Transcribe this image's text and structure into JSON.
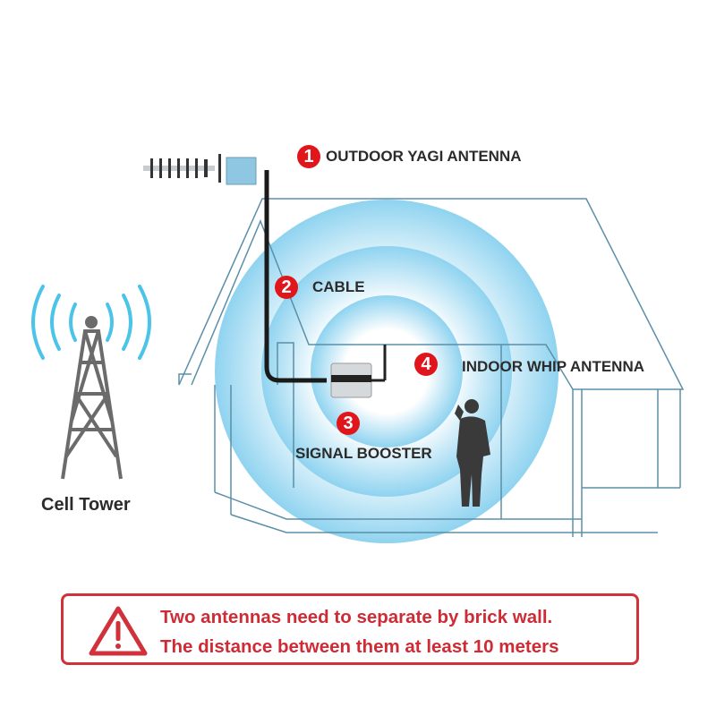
{
  "labels": {
    "outdoor_antenna": {
      "num": "1",
      "text": "OUTDOOR YAGI ANTENNA"
    },
    "cable": {
      "num": "2",
      "text": "CABLE"
    },
    "signal_booster": {
      "num": "3",
      "text": "SIGNAL BOOSTER"
    },
    "indoor_antenna": {
      "num": "4",
      "text": "INDOOR WHIP ANTENNA"
    },
    "cell_tower": "Cell Tower"
  },
  "warning": {
    "icon": "warning-triangle-icon",
    "line1": "Two antennas need to separate by brick wall.",
    "line2": "The distance between them at least 10 meters"
  },
  "colors": {
    "accent_red": "#e0161c",
    "warning_red": "#d0313a",
    "signal_blue": "#4cc3e8",
    "house_line": "#5b8fa8"
  }
}
